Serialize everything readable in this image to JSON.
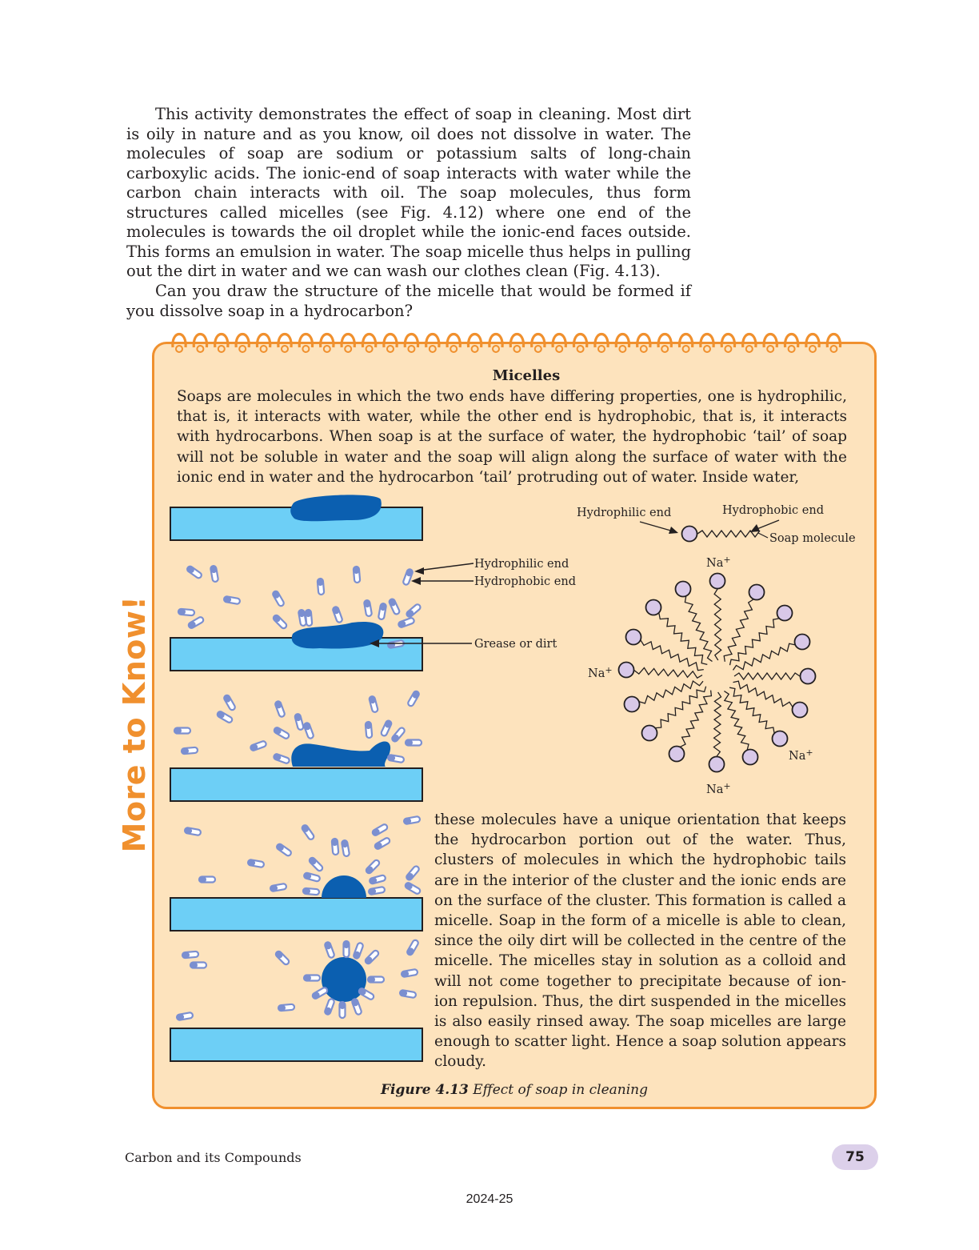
{
  "body": {
    "paragraph_1": "This activity demonstrates the effect of soap in cleaning. Most dirt is oily in nature and as you know, oil does not dissolve in water. The molecules of soap are sodium or potassium salts of long-chain carboxylic acids. The ionic-end of soap interacts with water while the carbon chain interacts with oil. The soap molecules, thus form structures called micelles (see Fig. 4.12) where one end of the molecules is towards the oil droplet while the ionic-end faces outside. This forms an emulsion in water. The soap micelle thus helps  in pulling out the dirt in water and we can wash our clothes clean (Fig. 4.13).",
    "paragraph_2": "Can you draw the structure of the micelle that would be formed if you dissolve soap in a hydrocarbon?"
  },
  "box": {
    "side_label": "More to Know!",
    "title": "Micelles",
    "text_top": "Soaps are molecules in which the two ends have differing properties, one is hydrophilic, that is, it interacts with water, while the other end is hydrophobic, that is, it interacts with hydrocarbons. When soap is at the surface of water, the hydrophobic ‘tail’ of soap will not be soluble in water and the soap will align along the surface of water with the ionic end in water and the hydrocarbon ‘tail’ protruding out of water. Inside water,",
    "text_right": "these molecules have a unique orientation that keeps the hydrocarbon portion out of the water. Thus, clusters of molecules in which the hydrophobic tails are in the interior of the cluster and the ionic ends are on the surface of the cluster. This formation is called a micelle. Soap in the form of a micelle is able to clean, since the oily dirt will be collected in the centre of the micelle. The micelles stay in solution as a colloid and will not come together to precipitate because of ion-ion repulsion. Thus, the dirt suspended in the micelles is also easily rinsed away. The soap micelles are large enough to scatter light. Hence a soap solution appears cloudy."
  },
  "diagram": {
    "left_labels": {
      "hydrophilic": "Hydrophilic end",
      "hydrophobic": "Hydrophobic end",
      "grease": "Grease or dirt"
    },
    "right_labels": {
      "hydrophilic": "Hydrophilic end",
      "hydrophobic": "Hydrophobic end",
      "soap_molecule": "Soap molecule",
      "ion": "Na",
      "charge": "+"
    },
    "colors": {
      "water": "#6dcff6",
      "dirt": "#0b5fb0",
      "molecule": "#7b8fd0",
      "head": "#d8c8e8",
      "border": "#f0902e",
      "badge": "#dcd0ea"
    }
  },
  "caption": {
    "figure_no": "Figure 4.13",
    "text": "Effect of soap in cleaning"
  },
  "footer": {
    "chapter": "Carbon and its Compounds",
    "page_number": "75",
    "year": "2024-25"
  }
}
